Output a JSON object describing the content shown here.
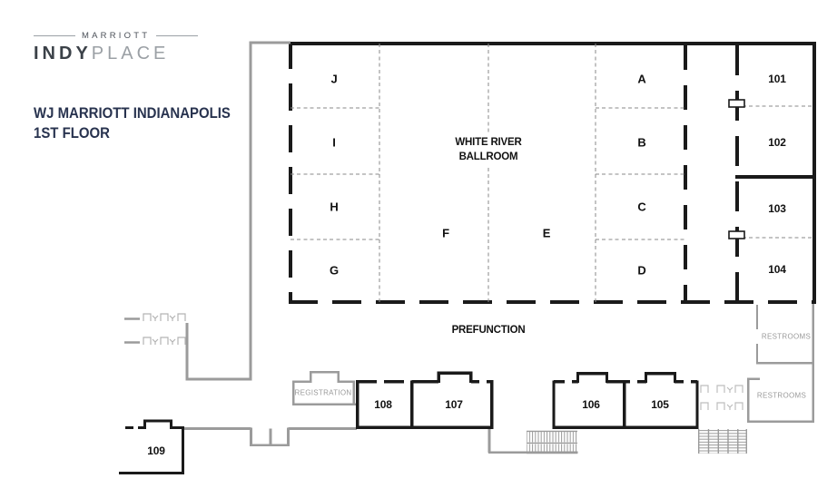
{
  "brand": {
    "marriott": "MARRIOTT",
    "indy": "INDY",
    "place": "PLACE"
  },
  "header": {
    "title_line1": "WJ MARRIOTT INDIANAPOLIS",
    "title_line2": "1ST FLOOR"
  },
  "ballroom": {
    "name_line1": "WHITE RIVER",
    "name_line2": "BALLROOM",
    "sections": [
      "J",
      "I",
      "H",
      "G",
      "F",
      "E",
      "A",
      "B",
      "C",
      "D"
    ]
  },
  "rooms": [
    "101",
    "102",
    "103",
    "104",
    "105",
    "106",
    "107",
    "108",
    "109"
  ],
  "areas": {
    "prefunction": "PREFUNCTION",
    "registration": "REGISTRATION",
    "restrooms_upper": "RESTROOMS",
    "restrooms_lower": "RESTROOMS"
  },
  "colors": {
    "wall_black": "#1a1a1a",
    "wall_gray": "#9b9b9b",
    "divider_dash_gray": "#8a8a8a",
    "title_navy": "#28334f",
    "logo_dark": "#3b4148",
    "logo_light": "#9ba0a5"
  }
}
